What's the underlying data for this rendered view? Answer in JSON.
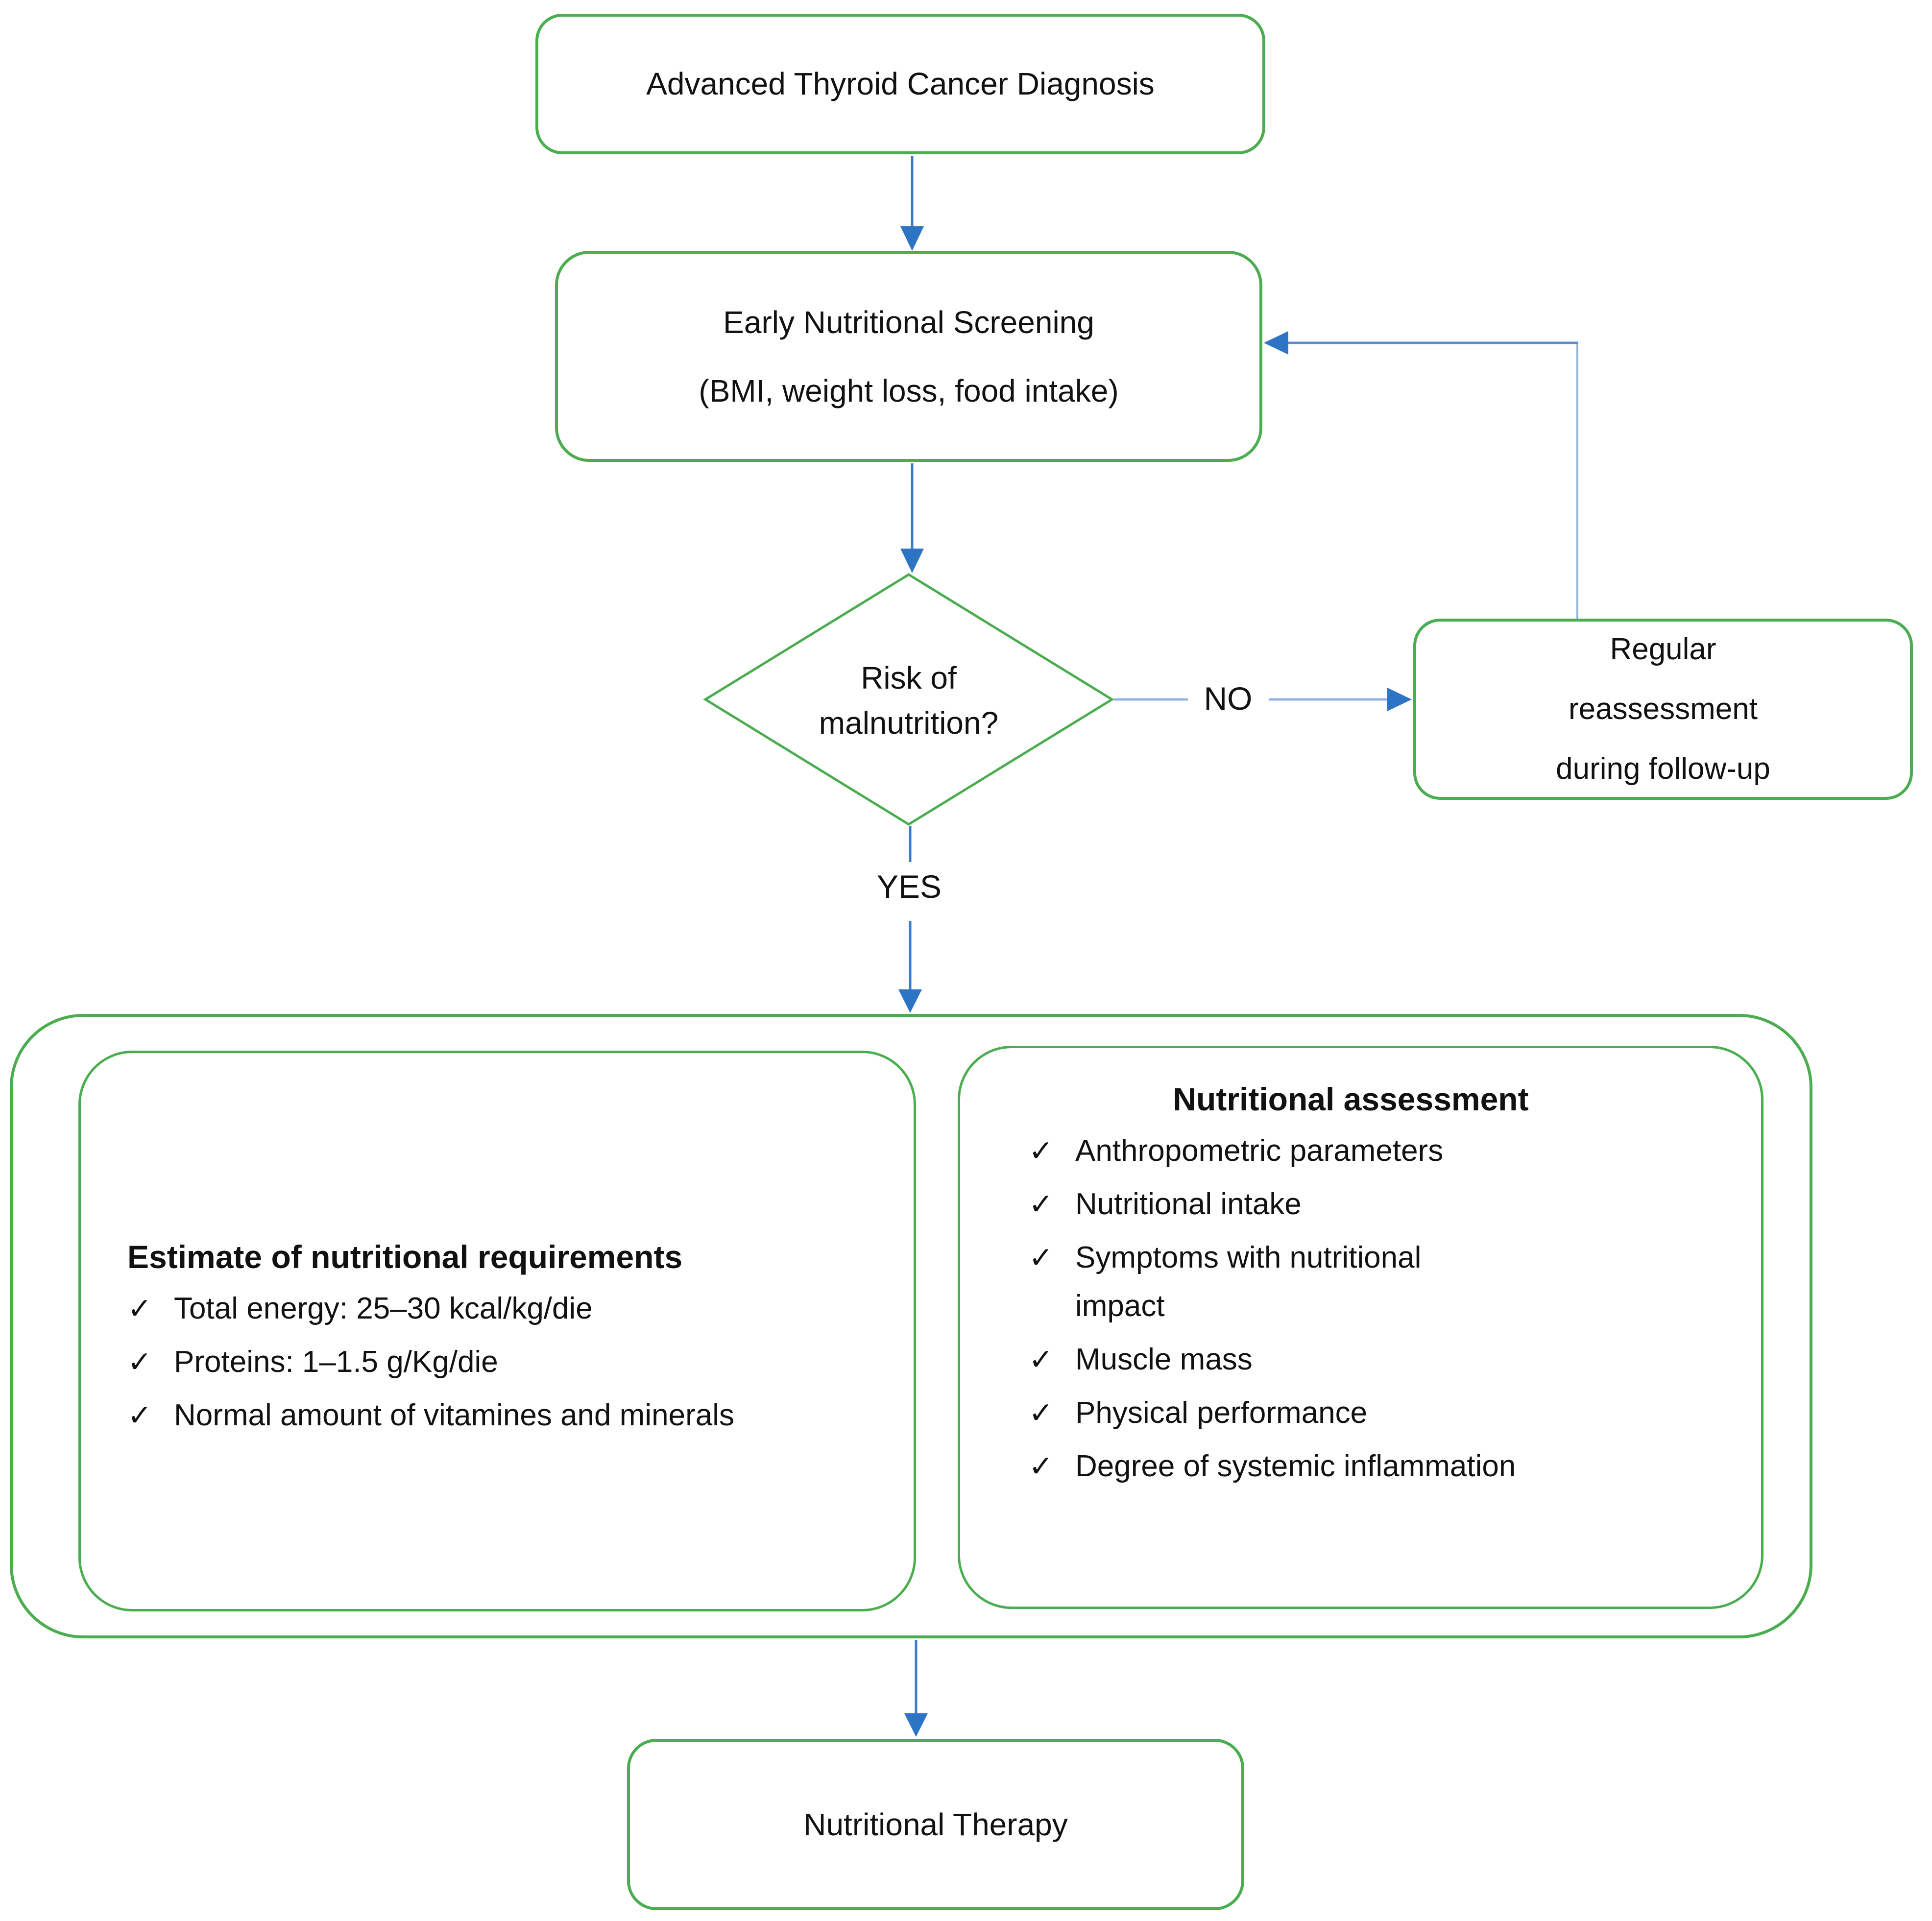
{
  "checkmark": "✓",
  "colors": {
    "node_border_green": "#4aad4f",
    "arrow_blue": "#3e7bc7",
    "arrow_light_blue": "#94b5e0",
    "arrowhead_blue": "#2e74c4",
    "text": "#111111"
  },
  "nodes": {
    "diagnosis": {
      "label": "Advanced Thyroid Cancer Diagnosis"
    },
    "screening": {
      "line1": "Early Nutritional Screening",
      "line2": "(BMI, weight loss, food intake)"
    },
    "decision": {
      "line1": "Risk of",
      "line2": "malnutrition?"
    },
    "reassessment": {
      "line1": "Regular",
      "line2": "reassessment",
      "line3": "during follow-up"
    },
    "requirements": {
      "title": "Estimate of nutritional requirements",
      "items": [
        "Total energy: 25–30 kcal/kg/die",
        "Proteins: 1–1.5 g/Kg/die",
        "Normal amount of vitamines and minerals"
      ]
    },
    "assessment": {
      "title": "Nutritional assessment",
      "items": [
        "Anthropometric parameters",
        "Nutritional intake",
        "Symptoms with nutritional impact",
        "Muscle mass",
        "Physical performance",
        "Degree of systemic inflammation"
      ]
    },
    "therapy": {
      "label": "Nutritional Therapy"
    }
  },
  "edges": {
    "no_label": "NO",
    "yes_label": "YES"
  }
}
